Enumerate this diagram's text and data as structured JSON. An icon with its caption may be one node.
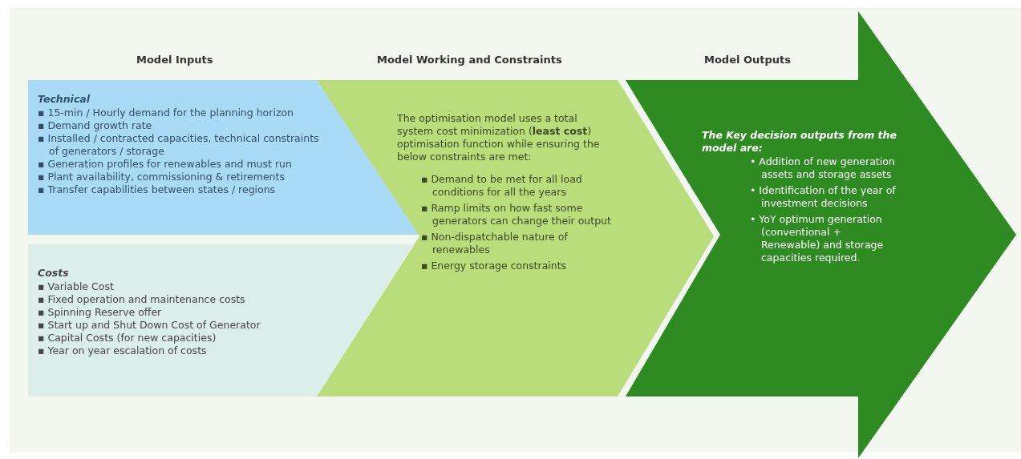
{
  "diagram": {
    "nodes": [
      {
        "text": [
          "Technical",
          "▪ 15-min / Hourly demand for the planning horizon",
          "▪ Demand growth rate",
          "▪ Installed / contracted capacities, technical constraints of generators / storage",
          "▪ Generation profiles for renewables and must run",
          "▪ Plant availability, commissioning & retirements",
          "▪ Transfer capabilities between states / regions"
        ]
      },
      {
        "text": [
          "Costs",
          "▪ Variable Cost",
          "▪ Fixed operation and maintenance costs",
          "▪ Spinning Reserve offer",
          "▪ Start up and Shut Down Cost of Generator",
          "▪ Capital Costs (for new capacities)",
          "▪ Year on year escalation of costs"
        ]
      },
      {
        "text": [
          "The optimisation model uses a total system cost minimization (**least cost**) optimisation function while ensuring the below constraints are met:",
          "▪ Demand to be met for all load conditions for all the years",
          "▪ Ramp limits on how fast some generators can change their output",
          "▪ Non-dispatchable nature of renewables",
          "▪ Energy storage constraints"
        ]
      },
      {
        "text": [
          "The Key decision outputs from the model are:",
          "• Addition of new generation assets and storage assets",
          "• Identification of the year of investment decisions",
          "• YoY optimum generation (conventional + Renewable) and storage capacities required."
        ]
      }
    ],
    "labels": [
      "Model Inputs",
      "Model Working and Constraints",
      "Model Outputs"
    ]
  }
}
